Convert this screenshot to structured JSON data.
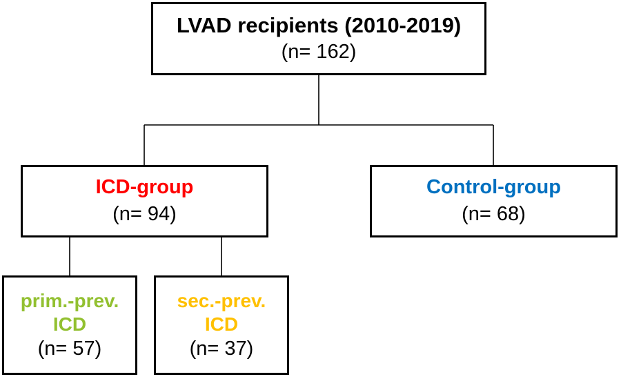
{
  "root": {
    "title": "LVAD recipients (2010-2019)",
    "count": "(n= 162)"
  },
  "icd_group": {
    "title": "ICD-group",
    "count": "(n= 94)",
    "color": "#ff0000"
  },
  "control_group": {
    "title": "Control-group",
    "count": "(n= 68)",
    "color": "#0070c0"
  },
  "prim_prev": {
    "title_line1": "prim.-prev.",
    "title_line2": "ICD",
    "count": "(n= 57)",
    "color": "#92c030"
  },
  "sec_prev": {
    "title_line1": "sec.-prev.",
    "title_line2": "ICD",
    "count": "(n= 37)",
    "color": "#ffc000"
  }
}
